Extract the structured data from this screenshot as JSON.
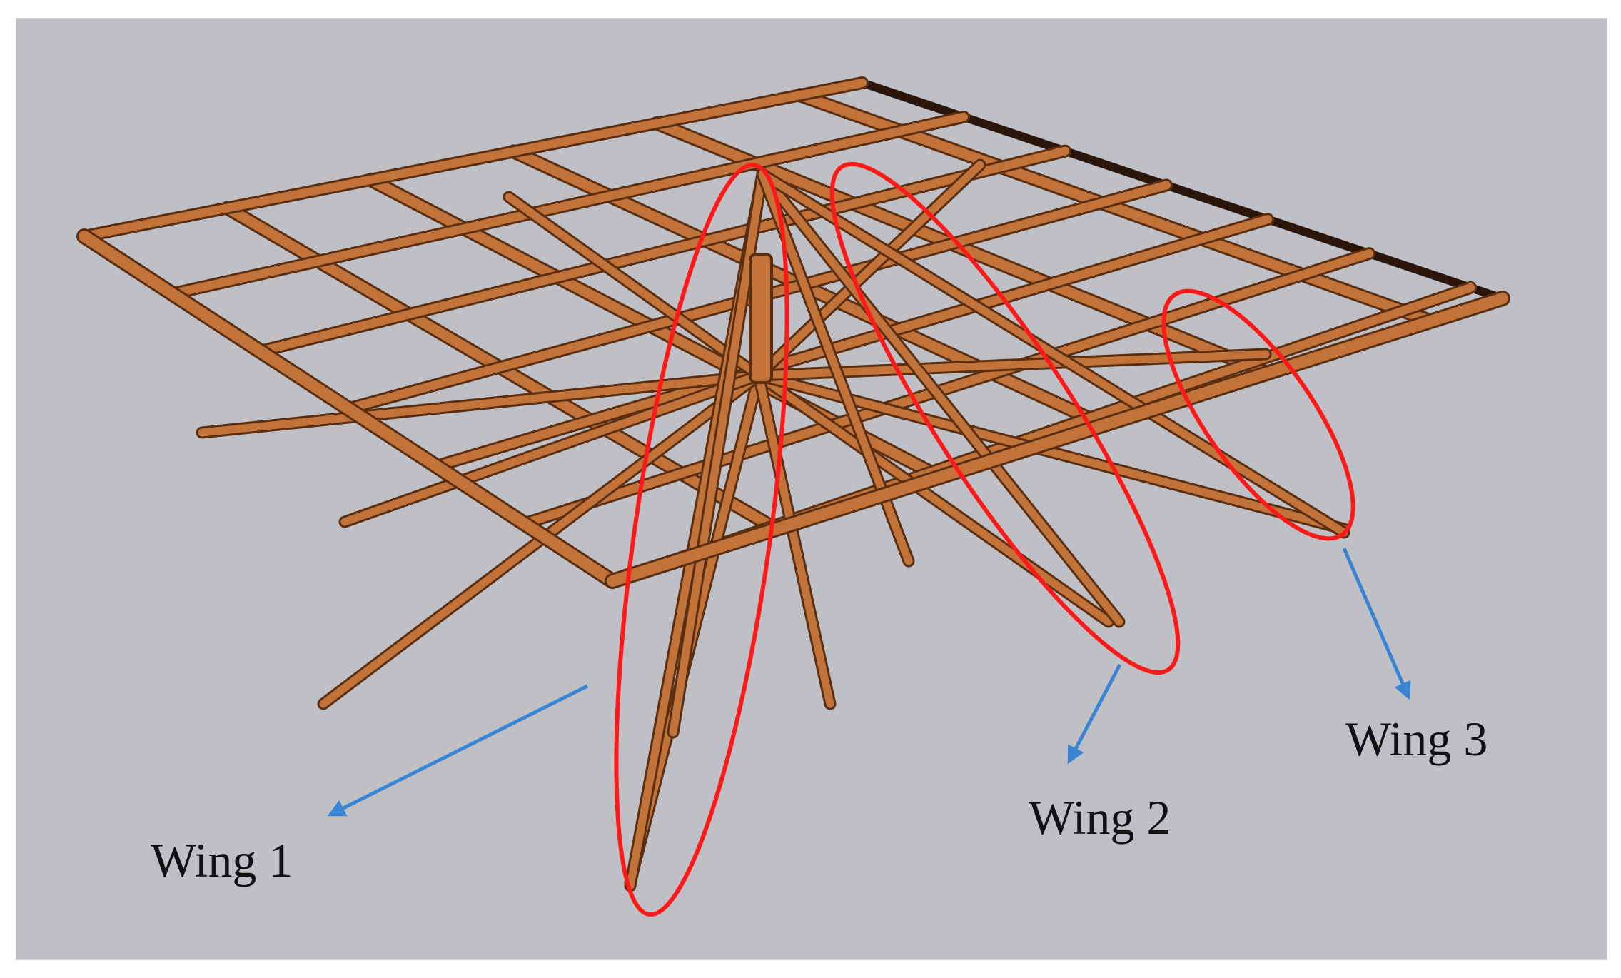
{
  "figure": {
    "subject": "hip roof bamboo frame",
    "colors": {
      "background": "#bfc0c5",
      "member": "#c2733a",
      "member_edge": "#5a2e10",
      "ridge_dark": "#2a160a",
      "highlight_ellipse": "#ff1a1a",
      "arrow": "#3a84d4",
      "label": "#111111"
    },
    "wings": [
      {
        "id": "wing-1",
        "label": "Wing 1"
      },
      {
        "id": "wing-2",
        "label": "Wing 2"
      },
      {
        "id": "wing-3",
        "label": "Wing 3"
      }
    ]
  }
}
